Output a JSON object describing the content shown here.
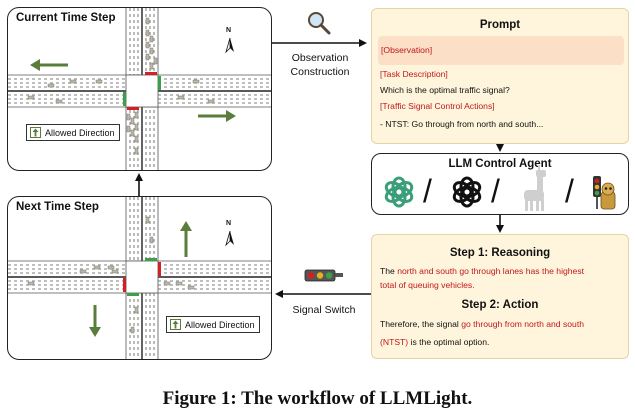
{
  "current_panel": {
    "title": "Current Time Step",
    "legend": "Allowed Direction",
    "compass": "N"
  },
  "next_panel": {
    "title": "Next Time Step",
    "legend": "Allowed Direction",
    "compass": "N"
  },
  "observation_label": {
    "line1": "Observation",
    "line2": "Construction"
  },
  "signal_switch_label": "Signal Switch",
  "prompt": {
    "title": "Prompt",
    "observation": "[Observation]",
    "task_heading": "[Task Description]",
    "task_text": "Which is the optimal traffic signal?",
    "actions_heading": "[Traffic Signal Control Actions]",
    "action_text": "- NTST: Go through from north and south..."
  },
  "agent": {
    "title": "LLM Control Agent",
    "icons": [
      "openai-green-icon",
      "openai-black-icon",
      "llama-icon",
      "robot-traffic-light-icon"
    ],
    "separator": "/"
  },
  "reasoning": {
    "step1_title": "Step 1: Reasoning",
    "step1_line1_prefix": "The ",
    "step1_line1_red": "north and south go through lanes has the highest",
    "step1_line2_red": "total of queuing vehicles.",
    "step2_title": "Step 2: Action",
    "step2_line1_prefix": "Therefore, the signal ",
    "step2_line1_red": "go through from north and south",
    "step2_line2_red": "(NTST)",
    "step2_line2_suffix": " is the optimal option."
  },
  "caption": "Figure 1: The workflow of LLMLight.",
  "colors": {
    "arrow_green": "#5a7d3c",
    "prompt_bg": "#fff5dc",
    "obs_bg": "#fbdfc6",
    "highlight_red": "#c0171c",
    "signal_red": "#d32020",
    "signal_green": "#3aa14a"
  }
}
